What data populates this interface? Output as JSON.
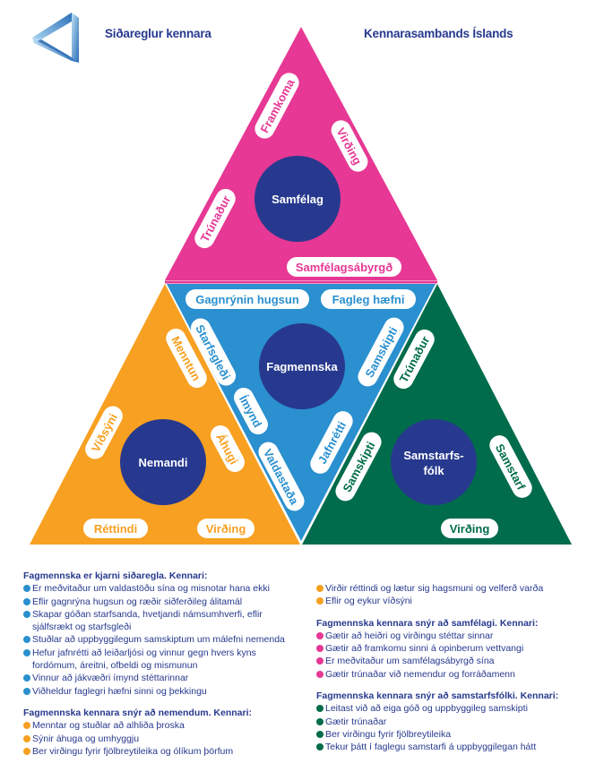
{
  "header": {
    "left_title": "Siðareglur kennara",
    "right_title": "Kennarasambands Íslands",
    "logo_icon": "triangle-logo-icon"
  },
  "colors": {
    "pink": "#e63894",
    "orange": "#f7a021",
    "blue": "#2a90cf",
    "green": "#006c4b",
    "navy": "#27398e",
    "white": "#ffffff"
  },
  "diagram": {
    "top": {
      "center": "Samfélag",
      "pills": [
        "Framkoma",
        "Virðing",
        "Trúnaður",
        "Samfélagsábyrgð"
      ]
    },
    "middle": {
      "center": "Fagmennska",
      "pills": [
        "Gagnrýnin hugsun",
        "Fagleg hæfni",
        "Starfsgleði",
        "Ímynd",
        "Valdastaða",
        "Samskipti",
        "Jafnrétti"
      ]
    },
    "left": {
      "center": "Nemandi",
      "pills": [
        "Menntun",
        "Víðsýni",
        "Áhugi",
        "Réttindi",
        "Virðing"
      ]
    },
    "right": {
      "center_line1": "Samstarfs-",
      "center_line2": "fólk",
      "pills": [
        "Trúnaður",
        "Samskipti",
        "Samstarf",
        "Virðing"
      ]
    }
  },
  "sections": [
    {
      "title": "Fagmennska er kjarni siðaregla. Kennari:",
      "color": "blue",
      "items": [
        "Er meðvitaður um valdastöðu sína og misnotar hana ekki",
        "Eflir gagnrýna hugsun og ræðir siðferðileg álitamál",
        "Skapar góðan starfsanda, hvetjandi námsumhverfi, eflir sjálfsrækt og starfsgleði",
        "Stuðlar að uppbyggilegum samskiptum um málefni nemenda",
        "Hefur jafnrétti að leiðarljósi og vinnur gegn hvers kyns fordómum, áreitni, ofbeldi og mismunun",
        "Vinnur að jákvæðri ímynd stéttarinnar",
        "Viðheldur faglegri hæfni sinni og þekkingu"
      ]
    },
    {
      "title": "Fagmennska kennara snýr að nemendum. Kennari:",
      "color": "orange",
      "items": [
        "Menntar og stuðlar að alhliða þroska",
        "Sýnir áhuga og umhyggju",
        "Ber virðingu fyrir fjölbreytileika og ólíkum þörfum"
      ]
    },
    {
      "title": "",
      "color": "orange",
      "items": [
        "Virðir réttindi og lætur sig hagsmuni og velferð varða",
        "Eflir og eykur víðsýni"
      ]
    },
    {
      "title": "Fagmennska kennara snýr að samfélagi. Kennari:",
      "color": "pink",
      "items": [
        "Gætir að heiðri og virðingu stéttar sinnar",
        "Gætir að framkomu sinni á opinberum vettvangi",
        "Er meðvitaður um samfélagsábyrgð sína",
        "Gætir trúnaðar við nemendur og forráðamenn"
      ]
    },
    {
      "title": "Fagmennska kennara snýr að samstarfsfólki. Kennari:",
      "color": "green",
      "items": [
        "Leitast við að eiga góð og uppbyggileg samskipti",
        "Gætir trúnaðar",
        "Ber virðingu fyrir fjölbreytileika",
        "Tekur þátt í faglegu samstarfi á uppbyggilegan hátt"
      ]
    }
  ]
}
